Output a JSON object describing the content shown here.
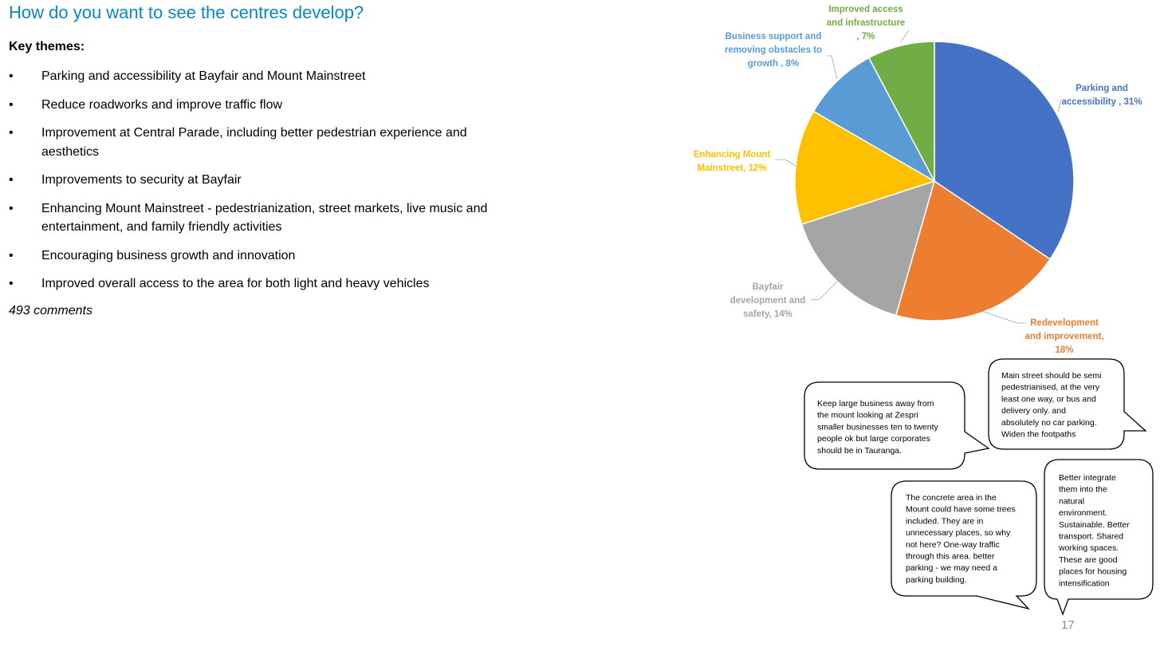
{
  "slide": {
    "title": "How do you want to see the centres develop?",
    "subheading": "Key themes:",
    "bullet_glyph": "•",
    "themes": [
      "Parking and accessibility at Bayfair and Mount Mainstreet",
      "Reduce roadworks and improve traffic flow",
      "Improvement at Central Parade, including better pedestrian experience and aesthetics",
      "Improvements to security at Bayfair",
      "Enhancing Mount Mainstreet - pedestrianization, street markets, live music and entertainment, and family friendly activities",
      "Encouraging business growth and innovation",
      "Improved overall access to the area for both light and heavy vehicles"
    ],
    "comment_count": "493 comments",
    "page_number": "17"
  },
  "chart_data": {
    "type": "pie",
    "title": "",
    "slices": [
      {
        "name": "Parking and accessibility",
        "value": 31,
        "label_lines": [
          "Parking and",
          "accessibility , 31%"
        ],
        "color": "#4472c4"
      },
      {
        "name": "Redevelopment and improvement",
        "value": 18,
        "label_lines": [
          "Redevelopment",
          "and improvement,",
          "18%"
        ],
        "color": "#ed7d31"
      },
      {
        "name": "Bayfair development and safety",
        "value": 14,
        "label_lines": [
          "Bayfair",
          "development and",
          "safety, 14%"
        ],
        "color": "#a5a5a5"
      },
      {
        "name": "Enhancing Mount Mainstreet",
        "value": 12,
        "label_lines": [
          "Enhancing Mount",
          "Mainstreet, 12%"
        ],
        "color": "#ffc000"
      },
      {
        "name": "Business support and removing obstacles to growth",
        "value": 8,
        "label_lines": [
          "Business support and",
          "removing obstacles to",
          "growth , 8%"
        ],
        "color": "#5b9bd5"
      },
      {
        "name": "Improved access and infrastructure",
        "value": 7,
        "label_lines": [
          "Improved access",
          "and infrastructure",
          ", 7%"
        ],
        "color": "#70ad47"
      }
    ],
    "label_colors": [
      "#4472c4",
      "#ed7d31",
      "#a5a5a5",
      "#ffc000",
      "#5b9bd5",
      "#70ad47"
    ]
  },
  "quotes": [
    {
      "lines": [
        "Keep large business away from",
        "the mount looking at Zespri",
        "smaller businesses ten to twenty",
        "people ok but large corporates",
        "should be in Tauranga."
      ]
    },
    {
      "lines": [
        "Main street should be semi",
        "pedestrianised, at the very",
        "least one way, or bus and",
        "delivery only. and",
        "absolutely no car parking.",
        "Widen the footpaths"
      ]
    },
    {
      "lines": [
        "The concrete area in the",
        "Mount could have some trees",
        "included. They are in",
        "unnecessary places, so why",
        "not here? One-way traffic",
        "through this area. better",
        "parking - we may need a",
        "parking building."
      ]
    },
    {
      "lines": [
        "Better integrate",
        "them into the",
        "natural",
        "environment.",
        "Sustainable.  Better",
        "transport. Shared",
        "working spaces.",
        "These are good",
        "places for housing",
        "intensification"
      ]
    }
  ]
}
